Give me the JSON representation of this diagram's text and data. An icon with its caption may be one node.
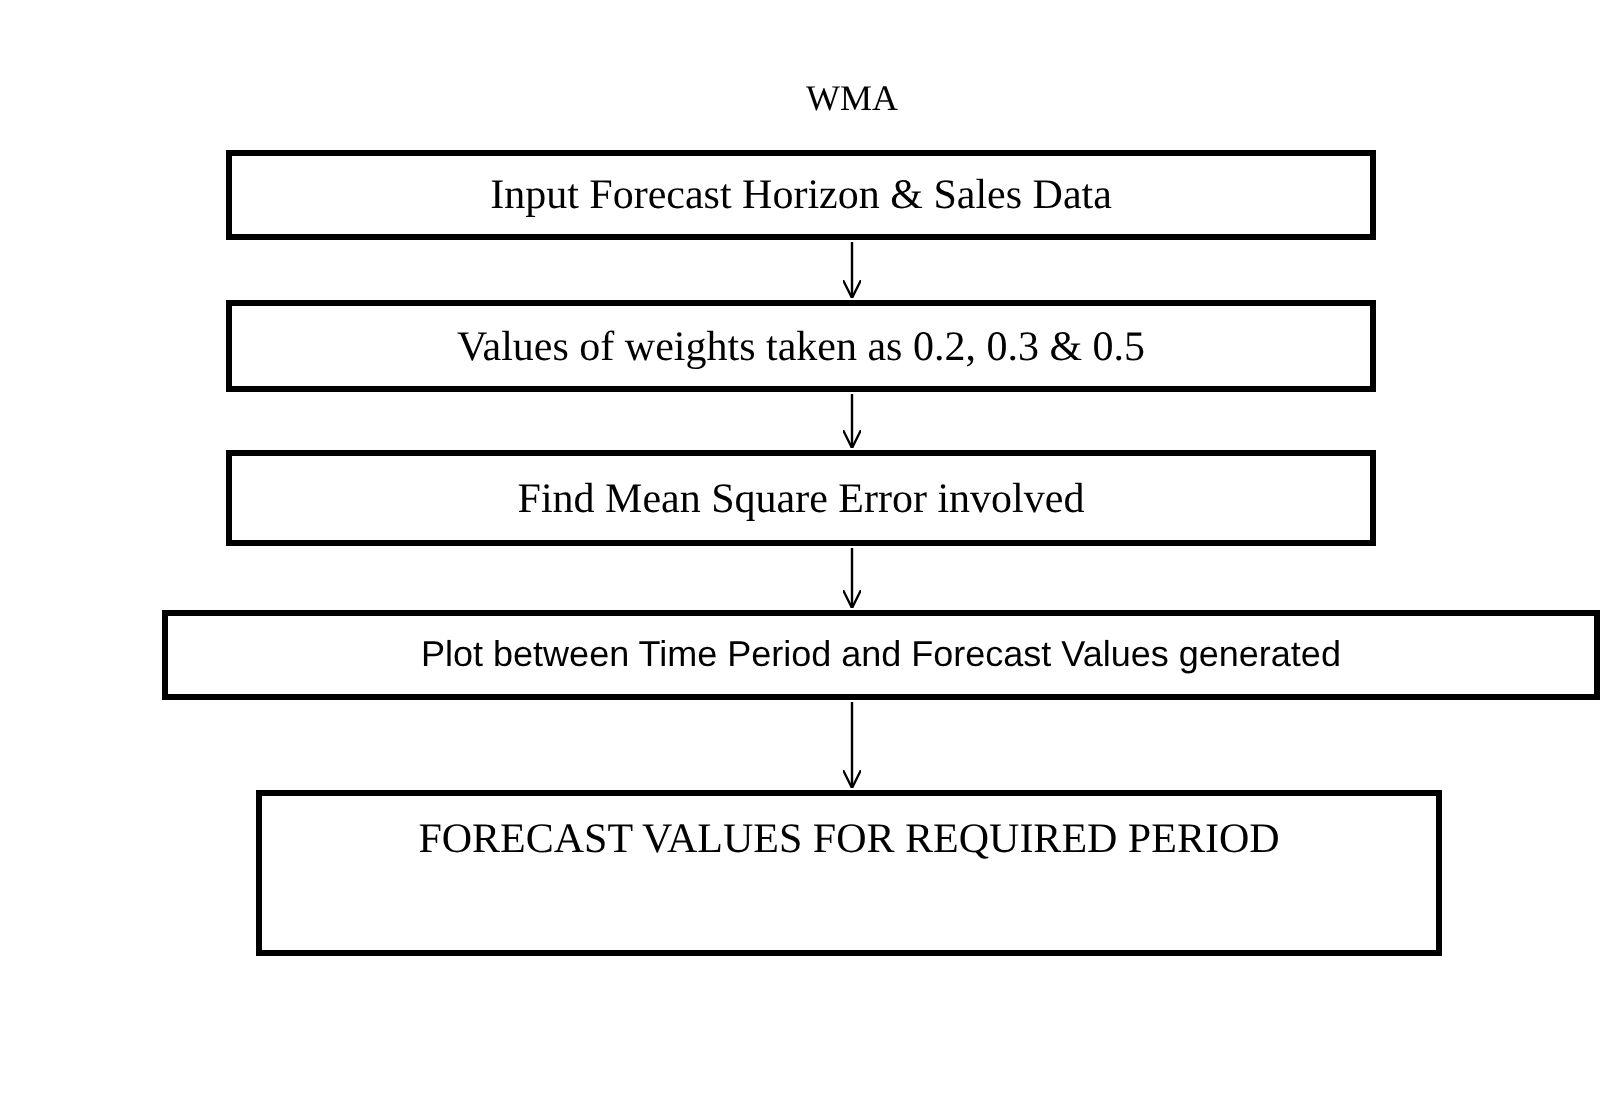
{
  "diagram": {
    "title": "WMA",
    "nodes": [
      {
        "text": [
          "Input Forecast Horizon & Sales Data"
        ]
      },
      {
        "text": [
          "Values of weights taken as 0.2, 0.3 & 0.5"
        ]
      },
      {
        "text": [
          "Find Mean Square Error involved"
        ]
      },
      {
        "text": [
          "Plot between Time Period and Forecast Values generated"
        ]
      },
      {
        "text": [
          "FORECAST VALUES FOR REQUIRED PERIOD"
        ]
      }
    ],
    "edges": [
      {
        "from": 0,
        "to": 1,
        "arrow": "to"
      },
      {
        "from": 1,
        "to": 2,
        "arrow": "to"
      },
      {
        "from": 2,
        "to": 3,
        "arrow": "to"
      },
      {
        "from": 3,
        "to": 4,
        "arrow": "to"
      }
    ]
  }
}
